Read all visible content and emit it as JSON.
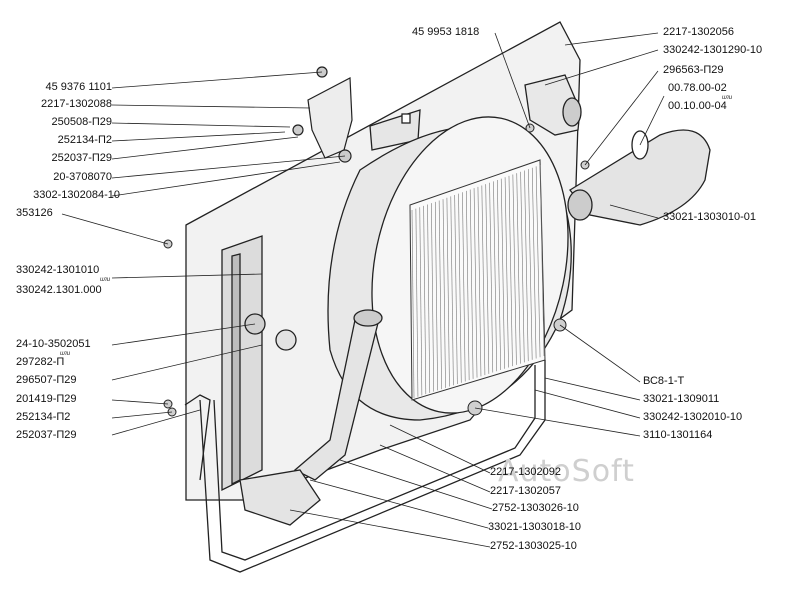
{
  "watermark": "AutoSoft",
  "labels_left": [
    {
      "id": "l1",
      "text": "45 9376 1101"
    },
    {
      "id": "l2",
      "text": "2217-1302088"
    },
    {
      "id": "l3",
      "text": "250508-П29"
    },
    {
      "id": "l4",
      "text": "252134-П2"
    },
    {
      "id": "l5",
      "text": "252037-П29"
    },
    {
      "id": "l6",
      "text": "20-3708070"
    },
    {
      "id": "l7",
      "text": "3302-1302084-10"
    },
    {
      "id": "l8",
      "text": "353126"
    },
    {
      "id": "l9",
      "text": "330242-1301010"
    },
    {
      "id": "l10",
      "text": "330242.1301.000"
    },
    {
      "id": "l11",
      "text": "24-10-3502051"
    },
    {
      "id": "l12",
      "text": "297282-П"
    },
    {
      "id": "l13",
      "text": "296507-П29"
    },
    {
      "id": "l14",
      "text": "201419-П29"
    },
    {
      "id": "l15",
      "text": "252134-П2"
    },
    {
      "id": "l16",
      "text": "252037-П29"
    }
  ],
  "labels_right": [
    {
      "id": "r1",
      "text": "2217-1302056"
    },
    {
      "id": "r2",
      "text": "330242-1301290-10"
    },
    {
      "id": "r3",
      "text": "296563-П29"
    },
    {
      "id": "r4",
      "text": "00.78.00-02"
    },
    {
      "id": "r5",
      "text": "00.10.00-04"
    },
    {
      "id": "r6",
      "text": "33021-1303010-01"
    },
    {
      "id": "r7",
      "text": "ВС8-1-Т"
    },
    {
      "id": "r8",
      "text": "33021-1309011"
    },
    {
      "id": "r9",
      "text": "330242-1302010-10"
    },
    {
      "id": "r10",
      "text": "3110-1301164"
    }
  ],
  "labels_top": [
    {
      "id": "t1",
      "text": "45 9953 1818"
    }
  ],
  "labels_bottom": [
    {
      "id": "b1",
      "text": "2217-1302092"
    },
    {
      "id": "b2",
      "text": "2217-1302057"
    },
    {
      "id": "b3",
      "text": "2752-1303026-10"
    },
    {
      "id": "b4",
      "text": "33021-1303018-10"
    },
    {
      "id": "b5",
      "text": "2752-1303025-10"
    }
  ],
  "alt_markers": {
    "ili": "или"
  }
}
